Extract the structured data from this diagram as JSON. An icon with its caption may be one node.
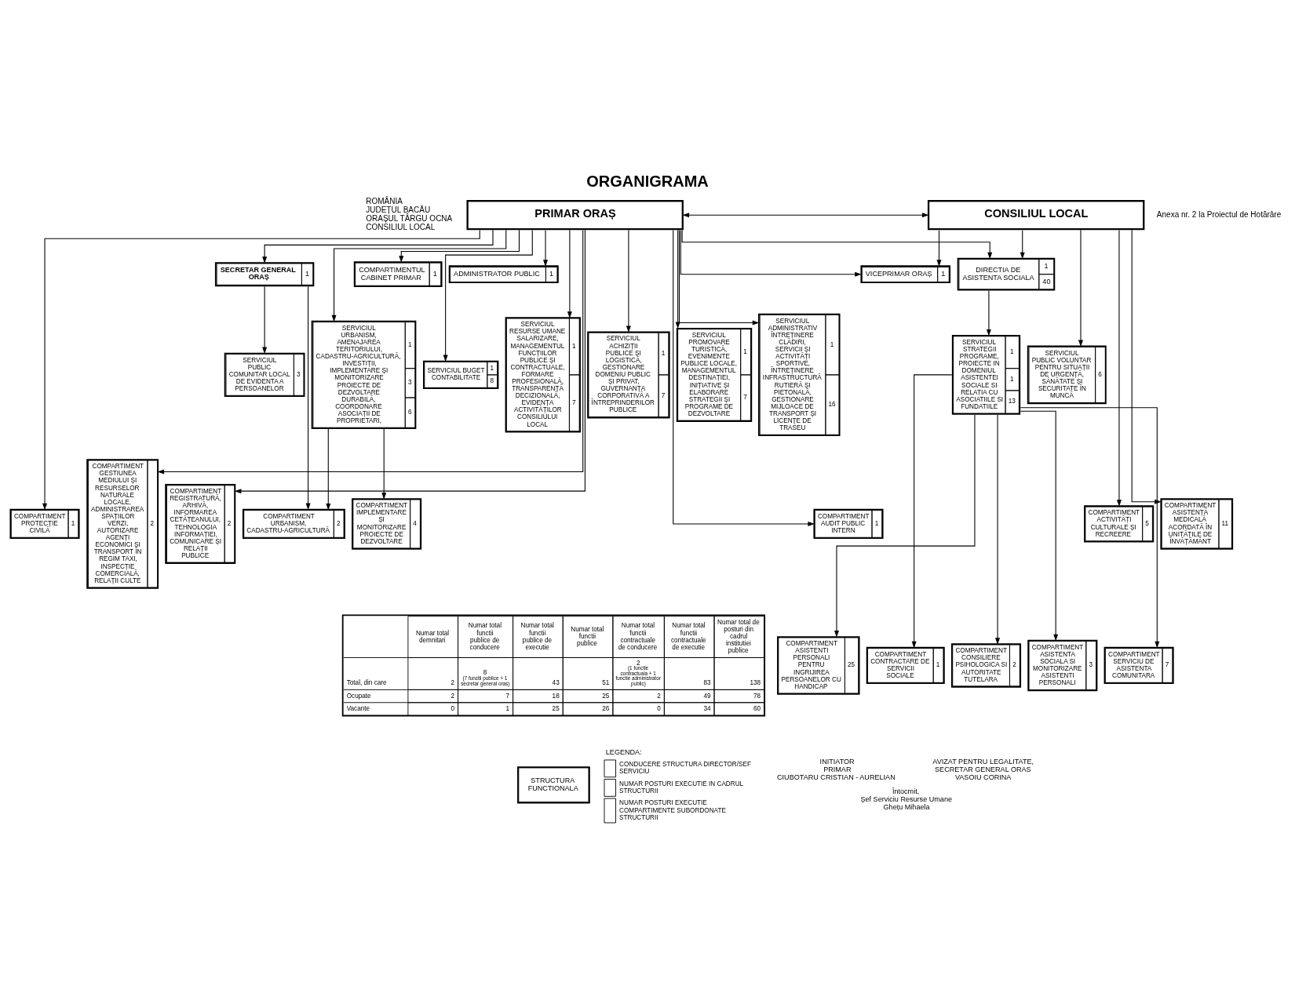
{
  "diagram": {
    "title": "ORGANIGRAMA",
    "nodes": [
      {
        "text": [
          "PRIMAR ORAȘ"
        ]
      },
      {
        "text": [
          "CONSILIUL LOCAL"
        ]
      },
      {
        "text": [
          "ADMINISTRATOR PUBLIC",
          "1"
        ]
      },
      {
        "text": [
          "SECRETAR GENERAL ORAȘ",
          "1"
        ]
      },
      {
        "text": [
          "VICEPRIMAR ORAȘ",
          "1"
        ]
      },
      {
        "text": [
          "COMPARTIMENTUL CABINET PRIMAR",
          "1"
        ]
      },
      {
        "text": [
          "DIRECTIA DE ASISTENTA SOCIALA",
          "1",
          "40"
        ]
      },
      {
        "text": [
          "SERVICIUL BUGET CONTABILITATE",
          "1",
          "8"
        ]
      },
      {
        "text": [
          "SERVICIUL RESURSE UMANE SALARIZARE, MANAGEMENTUL FUNCȚIILOR PUBLICE ȘI CONTRACTUALE, FORMARE PROFESIONALĂ, TRANSPARENȚĂ DECIZIONALĂ, EVIDENȚA ACTIVITĂȚILOR CONSILIULUI LOCAL",
          "1",
          "7"
        ]
      },
      {
        "text": [
          "SERVICIUL URBANISM, AMENAJAREA TERITORIULUI, CADASTRU-AGRICULTURĂ, INVESTIȚII, IMPLEMENTARE ȘI MONITORIZARE PROIECTE DE DEZVOLTARE DURABILĂ, COORDONARE ASOCIAȚII DE PROPRIETARI,",
          "1",
          "3",
          "6"
        ]
      },
      {
        "text": [
          "SERVICIUL ACHIZIȚII PUBLICE ȘI LOGISTICĂ, GESTIONARE DOMENIU PUBLIC ȘI PRIVAT, GUVERNANȚA CORPORATIVĂ A ÎNTREPRINDERILOR PUBLICE",
          "1",
          "7"
        ]
      },
      {
        "text": [
          "SERVICIUL PROMOVARE TURISTICĂ, EVENIMENTE PUBLICE LOCALE, MANAGEMENTUL DESTINAȚIEI, INIȚIATIVE ȘI ELABORARE STRATEGII ȘI PROGRAME DE DEZVOLTARE",
          "1",
          "7"
        ]
      },
      {
        "text": [
          "SERVICIUL ADMINISTRATIV ÎNTREȚINERE CLĂDIRI, SERVICII ȘI ACTIVITĂȚI SPORTIVE, ÎNTREȚINERE INFRASTRUCTURĂ RUTIERĂ ȘI PIETONALĂ, GESTIONARE MIJLOACE DE TRANSPORT ȘI LICENȚE DE TRASEU",
          "1",
          "16"
        ]
      },
      {
        "text": [
          "SERVICIUL PUBLIC COMUNITAR LOCAL DE EVIDENTA A PERSOANELOR",
          "3"
        ]
      },
      {
        "text": [
          "SERVICIUL PUBLIC VOLUNTAR PENTRU SITUAȚII DE URGENȚĂ, SĂNĂTATE ȘI SECURITATE ÎN MUNCĂ",
          "6"
        ]
      },
      {
        "text": [
          "SERVICIUL STRATEGII PROGRAME, PROIECTE IN DOMENIUL ASISTENTEI SOCIALE SI RELATIA CU ASOCIATIILE SI FUNDATIILE",
          "1",
          "1",
          "13"
        ]
      },
      {
        "text": [
          "COMPARTIMENT AUDIT PUBLIC INTERN",
          "1"
        ]
      },
      {
        "text": [
          "COMPARTIMENT PROTECȚIE CIVILĂ",
          "1"
        ]
      },
      {
        "text": [
          "COMPARTIMENT GESTIUNEA MEDIULUI ȘI RESURSELOR NATURALE LOCALE, ADMINISTRAREA SPAȚIILOR VERZI, AUTORIZARE AGENȚI ECONOMICI ȘI TRANSPORT ÎN REGIM TAXI, INSPECȚIE COMERCIALĂ, RELAȚII CULTE",
          "2"
        ]
      },
      {
        "text": [
          "COMPARTIMENT REGISTRATURĂ, ARHIVĂ, INFORMAREA CETĂȚEANULUI, TEHNOLOGIA INFORMAȚIEI, COMUNICARE ȘI RELAȚII PUBLICE",
          "2"
        ]
      },
      {
        "text": [
          "COMPARTIMENT IMPLEMENTARE ȘI MONITORIZARE PROIECTE DE DEZVOLTARE",
          "4"
        ]
      },
      {
        "text": [
          "COMPARTIMENT URBANISM, CADASTRU-AGRICULTURĂ",
          "2"
        ]
      },
      {
        "text": [
          "COMPARTIMENT ACTIVITĂȚI CULTURALE ȘI RECREERE",
          "5"
        ]
      },
      {
        "text": [
          "COMPARTIMENT ASISTENȚĂ MEDICALĂ ACORDATĂ ÎN UNITĂȚILE DE ÎNVĂȚĂMÂNT",
          "11"
        ]
      },
      {
        "text": [
          "COMPARTIMENT CONTRACTARE DE SERVICII SOCIALE",
          "1"
        ]
      },
      {
        "text": [
          "COMPARTIMENT CONSILIERE PSIHOLOGICA SI AUTORITATE TUTELARA",
          "2"
        ]
      },
      {
        "text": [
          "COMPARTIMENT ASISTENTA SOCIALA SI MONITORIZARE ASISTENTI PERSONALI",
          "3"
        ]
      },
      {
        "text": [
          "COMPARTIMENT SERVICIU DE ASISTENTA COMUNITARA",
          "7"
        ]
      },
      {
        "text": [
          "COMPARTIMENT ASISTENTI PERSONALI PENTRU INGRIJIREA PERSOANELOR CU HANDICAP",
          "25"
        ]
      },
      {
        "text": [
          "STRUCTURA FUNCTIONALA"
        ]
      }
    ],
    "edges": [
      {
        "from": 0,
        "to": 1,
        "arrow": "both"
      },
      {
        "from": 0,
        "to": 4,
        "arrow": "to"
      },
      {
        "from": 1,
        "to": 4,
        "arrow": "to"
      },
      {
        "from": 0,
        "to": 5,
        "arrow": "to"
      },
      {
        "from": 0,
        "to": 2,
        "arrow": "to"
      },
      {
        "from": 0,
        "to": 3,
        "arrow": "to"
      },
      {
        "from": 0,
        "to": 6,
        "arrow": "to"
      },
      {
        "from": 1,
        "to": 6,
        "arrow": "to"
      },
      {
        "from": 0,
        "to": 7,
        "arrow": "to"
      },
      {
        "from": 0,
        "to": 16,
        "arrow": "to"
      },
      {
        "from": 0,
        "to": 17,
        "arrow": "to"
      },
      {
        "from": 0,
        "to": 8,
        "arrow": "to"
      },
      {
        "from": 0,
        "to": 18,
        "arrow": "to"
      },
      {
        "from": 0,
        "to": 19,
        "arrow": "to"
      },
      {
        "from": 0,
        "to": 9,
        "arrow": "to"
      },
      {
        "from": 0,
        "to": 10,
        "arrow": "to"
      },
      {
        "from": 0,
        "to": 11,
        "arrow": "to"
      },
      {
        "from": 0,
        "to": 12,
        "arrow": "to"
      },
      {
        "from": 3,
        "to": 21,
        "arrow": "to"
      },
      {
        "from": 3,
        "to": 13,
        "arrow": "to"
      },
      {
        "from": 9,
        "to": 20,
        "arrow": "to"
      },
      {
        "from": 9,
        "to": 21,
        "arrow": "to"
      },
      {
        "from": 1,
        "to": 14,
        "arrow": "to"
      },
      {
        "from": 1,
        "to": 22,
        "arrow": "to"
      },
      {
        "from": 1,
        "to": 23,
        "arrow": "to"
      },
      {
        "from": 6,
        "to": 15,
        "arrow": "to"
      },
      {
        "from": 15,
        "to": 24,
        "arrow": "to"
      },
      {
        "from": 15,
        "to": 25,
        "arrow": "to"
      },
      {
        "from": 15,
        "to": 26,
        "arrow": "to"
      },
      {
        "from": 15,
        "to": 27,
        "arrow": "to"
      },
      {
        "from": 15,
        "to": 28,
        "arrow": "to"
      }
    ],
    "labels": [
      "ROMÂNIA",
      "JUDEȚUL BACĂU",
      "ORAȘUL TÂRGU OCNA",
      "CONSILIUL LOCAL",
      "Anexa nr. 2 la Proiectul de Hotărâre",
      "Numar total demnitari",
      "Numar total functii publice de conducere",
      "Numar total functii publice de executie",
      "Numar total functii publice",
      "Numar total functii contractuale de conducere",
      "Numar total functii contractuale de executie",
      "Numar total de posturi din cadrul institutiei publice",
      "Total, din care",
      "2",
      "8",
      "(7 functii publice + 1 secretar general oras)",
      "43",
      "51",
      "2",
      "(1 functie contractuala + 1 functie administrator public)",
      "83",
      "138",
      "Ocupate",
      "2",
      "7",
      "18",
      "25",
      "2",
      "49",
      "78",
      "Vacante",
      "0",
      "1",
      "25",
      "26",
      "0",
      "34",
      "60",
      "LEGENDA:",
      "INITIATOR",
      "PRIMAR",
      "CIUBOTARU CRISTIAN - AURELIAN",
      "AVIZAT PENTRU LEGALITATE,",
      "SECRETAR GENERAL ORAS",
      "VASOIU CORINA",
      "Întocmit,",
      "Șef Serviciu Resurse Umane",
      "Ghețu Mihaela"
    ],
    "legend": [
      {
        "text": "CONDUCERE STRUCTURA DIRECTOR/SEF SERVICIU"
      },
      {
        "text": "NUMAR POSTURI EXECUTIE IN CADRUL STRUCTURII"
      },
      {
        "text": "NUMAR POSTURI EXECUTIE COMPARTIMENTE SUBORDONATE STRUCTURII"
      }
    ]
  }
}
